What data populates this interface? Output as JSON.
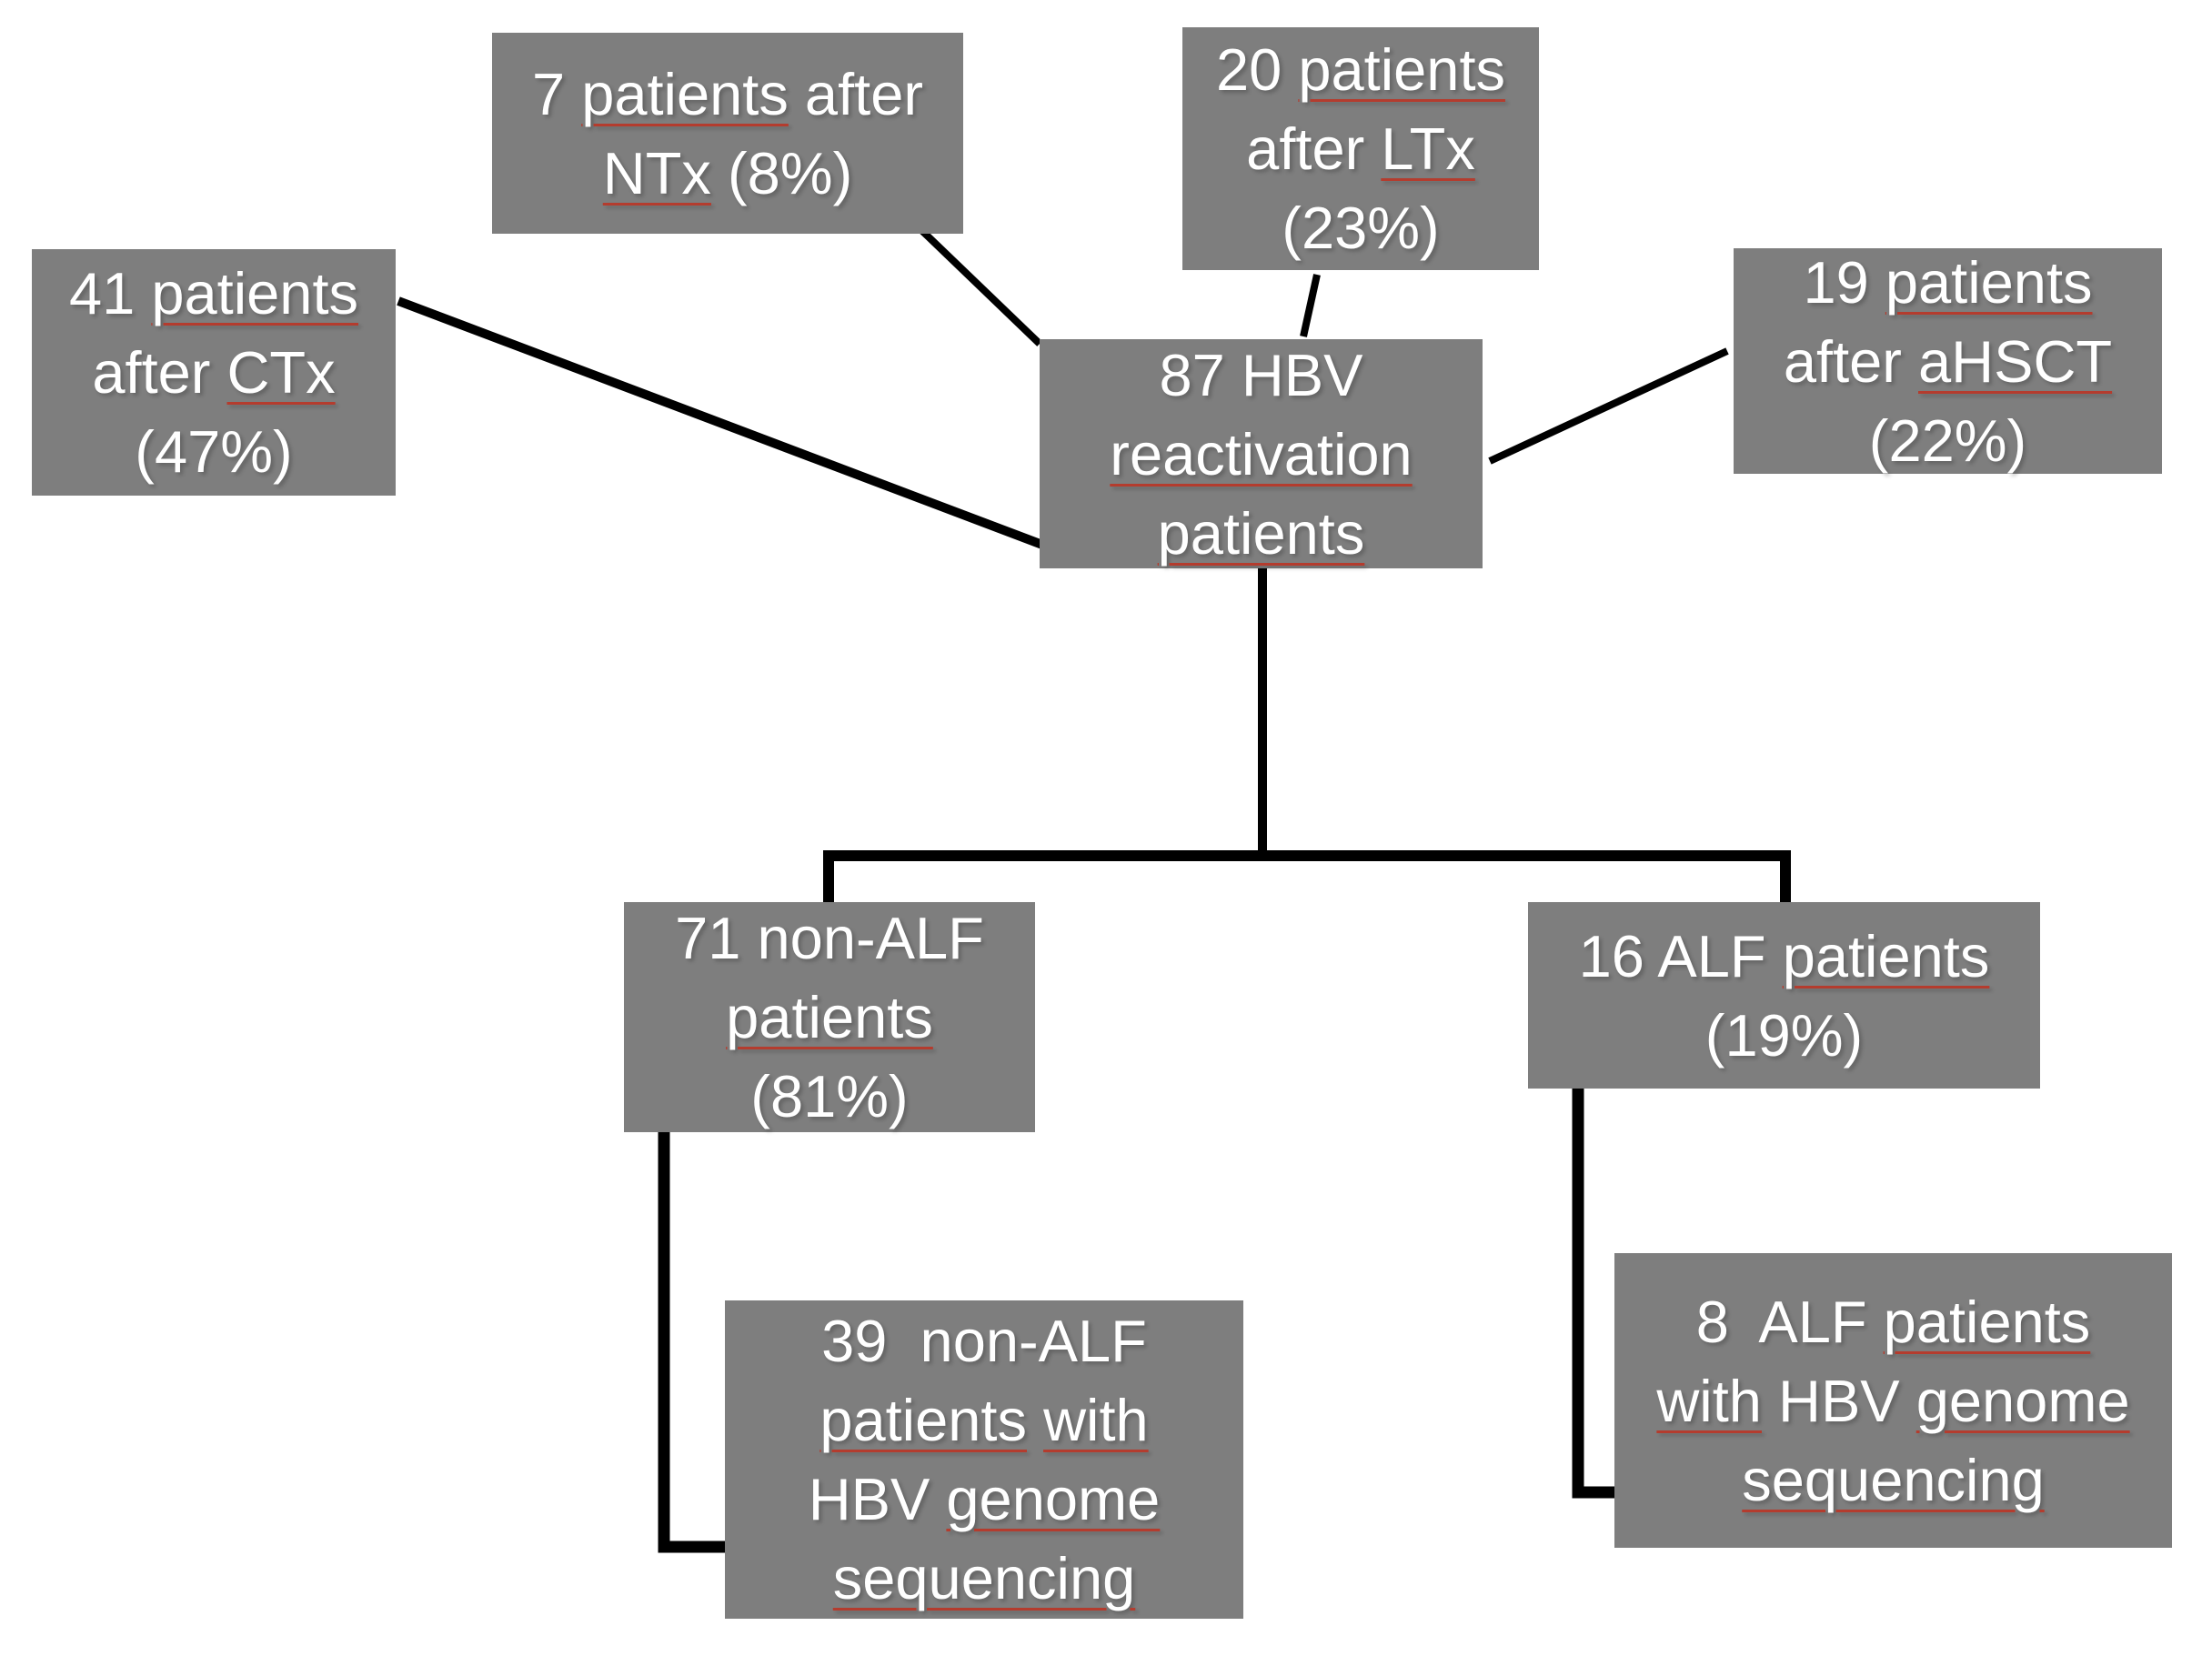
{
  "diagram": {
    "type": "flowchart",
    "description": "Flow of HBV reactivation patients by preceding therapy and ALF status with HBV genome sequencing subsets",
    "colors": {
      "background": "#ffffff",
      "box_fill": "#7e7e7e",
      "box_text": "#ffffff",
      "connector": "#000000",
      "spellcheck_underline": "#b43c2e"
    },
    "nodes": {
      "ctx": {
        "label": "41 patients after CTx (47%)",
        "lines": [
          [
            {
              "t": "41 "
            },
            {
              "t": "patients",
              "u": true
            }
          ],
          [
            {
              "t": "after "
            },
            {
              "t": "CTx",
              "u": true
            }
          ],
          [
            {
              "t": "(47%)"
            }
          ]
        ]
      },
      "ntx": {
        "label": "7 patients after NTx (8%)",
        "lines": [
          [
            {
              "t": "7 "
            },
            {
              "t": "patients",
              "u": true
            },
            {
              "t": " after"
            }
          ],
          [
            {
              "t": "NTx",
              "u": true
            },
            {
              "t": " (8%)"
            }
          ]
        ]
      },
      "ltx": {
        "label": "20 patients after LTx (23%)",
        "lines": [
          [
            {
              "t": "20 "
            },
            {
              "t": "patients",
              "u": true
            }
          ],
          [
            {
              "t": "after "
            },
            {
              "t": "LTx",
              "u": true
            }
          ],
          [
            {
              "t": "(23%)"
            }
          ]
        ]
      },
      "ahsct": {
        "label": "19 patients after aHSCT (22%)",
        "lines": [
          [
            {
              "t": "19 "
            },
            {
              "t": "patients",
              "u": true
            }
          ],
          [
            {
              "t": "after "
            },
            {
              "t": "aHSCT",
              "u": true
            }
          ],
          [
            {
              "t": "(22%)"
            }
          ]
        ]
      },
      "hbv": {
        "label": "87 HBV reactivation patients",
        "lines": [
          [
            {
              "t": "87 HBV"
            }
          ],
          [
            {
              "t": "reactivation",
              "u": true
            }
          ],
          [
            {
              "t": "patients",
              "u": true
            }
          ]
        ]
      },
      "nonalf": {
        "label": "71 non-ALF patients (81%)",
        "lines": [
          [
            {
              "t": "71 non-ALF"
            }
          ],
          [
            {
              "t": "patients",
              "u": true
            }
          ],
          [
            {
              "t": "(81%)"
            }
          ]
        ]
      },
      "alf": {
        "label": "16 ALF patients (19%)",
        "lines": [
          [
            {
              "t": "16 ALF "
            },
            {
              "t": "patients",
              "u": true
            }
          ],
          [
            {
              "t": "(19%)"
            }
          ]
        ]
      },
      "nonalf_seq": {
        "label": "39 non-ALF patients with HBV genome sequencing",
        "lines": [
          [
            {
              "t": "39  non-ALF"
            }
          ],
          [
            {
              "t": "patients",
              "u": true
            },
            {
              "t": " "
            },
            {
              "t": "with",
              "u": true
            }
          ],
          [
            {
              "t": "HBV "
            },
            {
              "t": "genome",
              "u": true
            }
          ],
          [
            {
              "t": "sequencing",
              "u": true
            }
          ]
        ]
      },
      "alf_seq": {
        "label": "8 ALF patients with HBV genome sequencing",
        "lines": [
          [
            {
              "t": "8  ALF "
            },
            {
              "t": "patients",
              "u": true
            }
          ],
          [
            {
              "t": "with",
              "u": true
            },
            {
              "t": " HBV "
            },
            {
              "t": "genome",
              "u": true
            }
          ],
          [
            {
              "t": "sequencing",
              "u": true
            }
          ]
        ]
      }
    },
    "connectors": [
      {
        "from": "ctx",
        "to": "hbv"
      },
      {
        "from": "ntx",
        "to": "hbv"
      },
      {
        "from": "ltx",
        "to": "hbv"
      },
      {
        "from": "ahsct",
        "to": "hbv"
      },
      {
        "from": "hbv",
        "to": "nonalf"
      },
      {
        "from": "hbv",
        "to": "alf"
      },
      {
        "from": "nonalf",
        "to": "nonalf_seq"
      },
      {
        "from": "alf",
        "to": "alf_seq"
      }
    ]
  }
}
